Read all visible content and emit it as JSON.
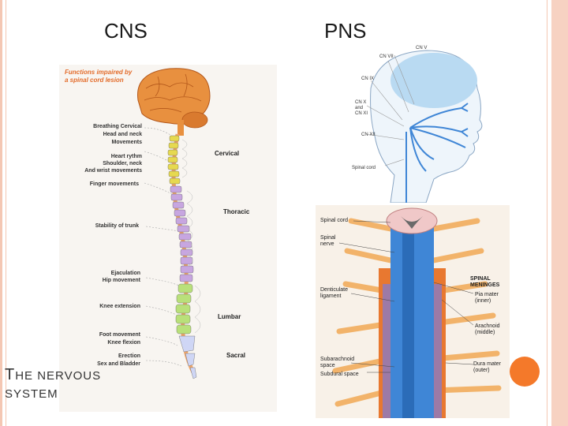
{
  "titles": {
    "cns": "CNS",
    "pns": "PNS"
  },
  "slide_title": {
    "cap": "T",
    "rest": "HE NERVOUS",
    "line2": "SYSTEM"
  },
  "cns_figure": {
    "heading_line1": "Functions impaired by",
    "heading_line2": "a spinal cord lesion",
    "functions": [
      "Breathing Cervical",
      "Head and neck",
      "Movements",
      "Heart rythm",
      "Shoulder, neck",
      "And wrist movements",
      "Finger movements",
      "Stability of trunk",
      "Ejaculation",
      "Hip movement",
      "Knee extension",
      "Foot movement",
      "Knee flexion",
      "Erection",
      "Sex and Bladder"
    ],
    "regions": [
      "Cervical",
      "Thoracic",
      "Lumbar",
      "Sacral"
    ]
  },
  "pns_head": {
    "labels": [
      "CN V",
      "CN VII",
      "CN IX",
      "CN X",
      "and",
      "CN XI",
      "CN XII",
      "Spinal cord"
    ]
  },
  "pns_cord": {
    "left_labels": [
      "Spinal cord",
      "Spinal",
      "nerve",
      "Denticulate",
      "ligament",
      "Subarachnoid",
      "space",
      "Subdural space"
    ],
    "right_labels": [
      "SPINAL",
      "MENINGES",
      "Pia mater",
      "(inner)",
      "Arachnoid",
      "(middle)",
      "Dura mater",
      "(outer)"
    ]
  },
  "colors": {
    "border": "#f4c7b3",
    "accent": "#f4792a",
    "brain": "#e8903f",
    "nerve": "#3f86d6"
  }
}
